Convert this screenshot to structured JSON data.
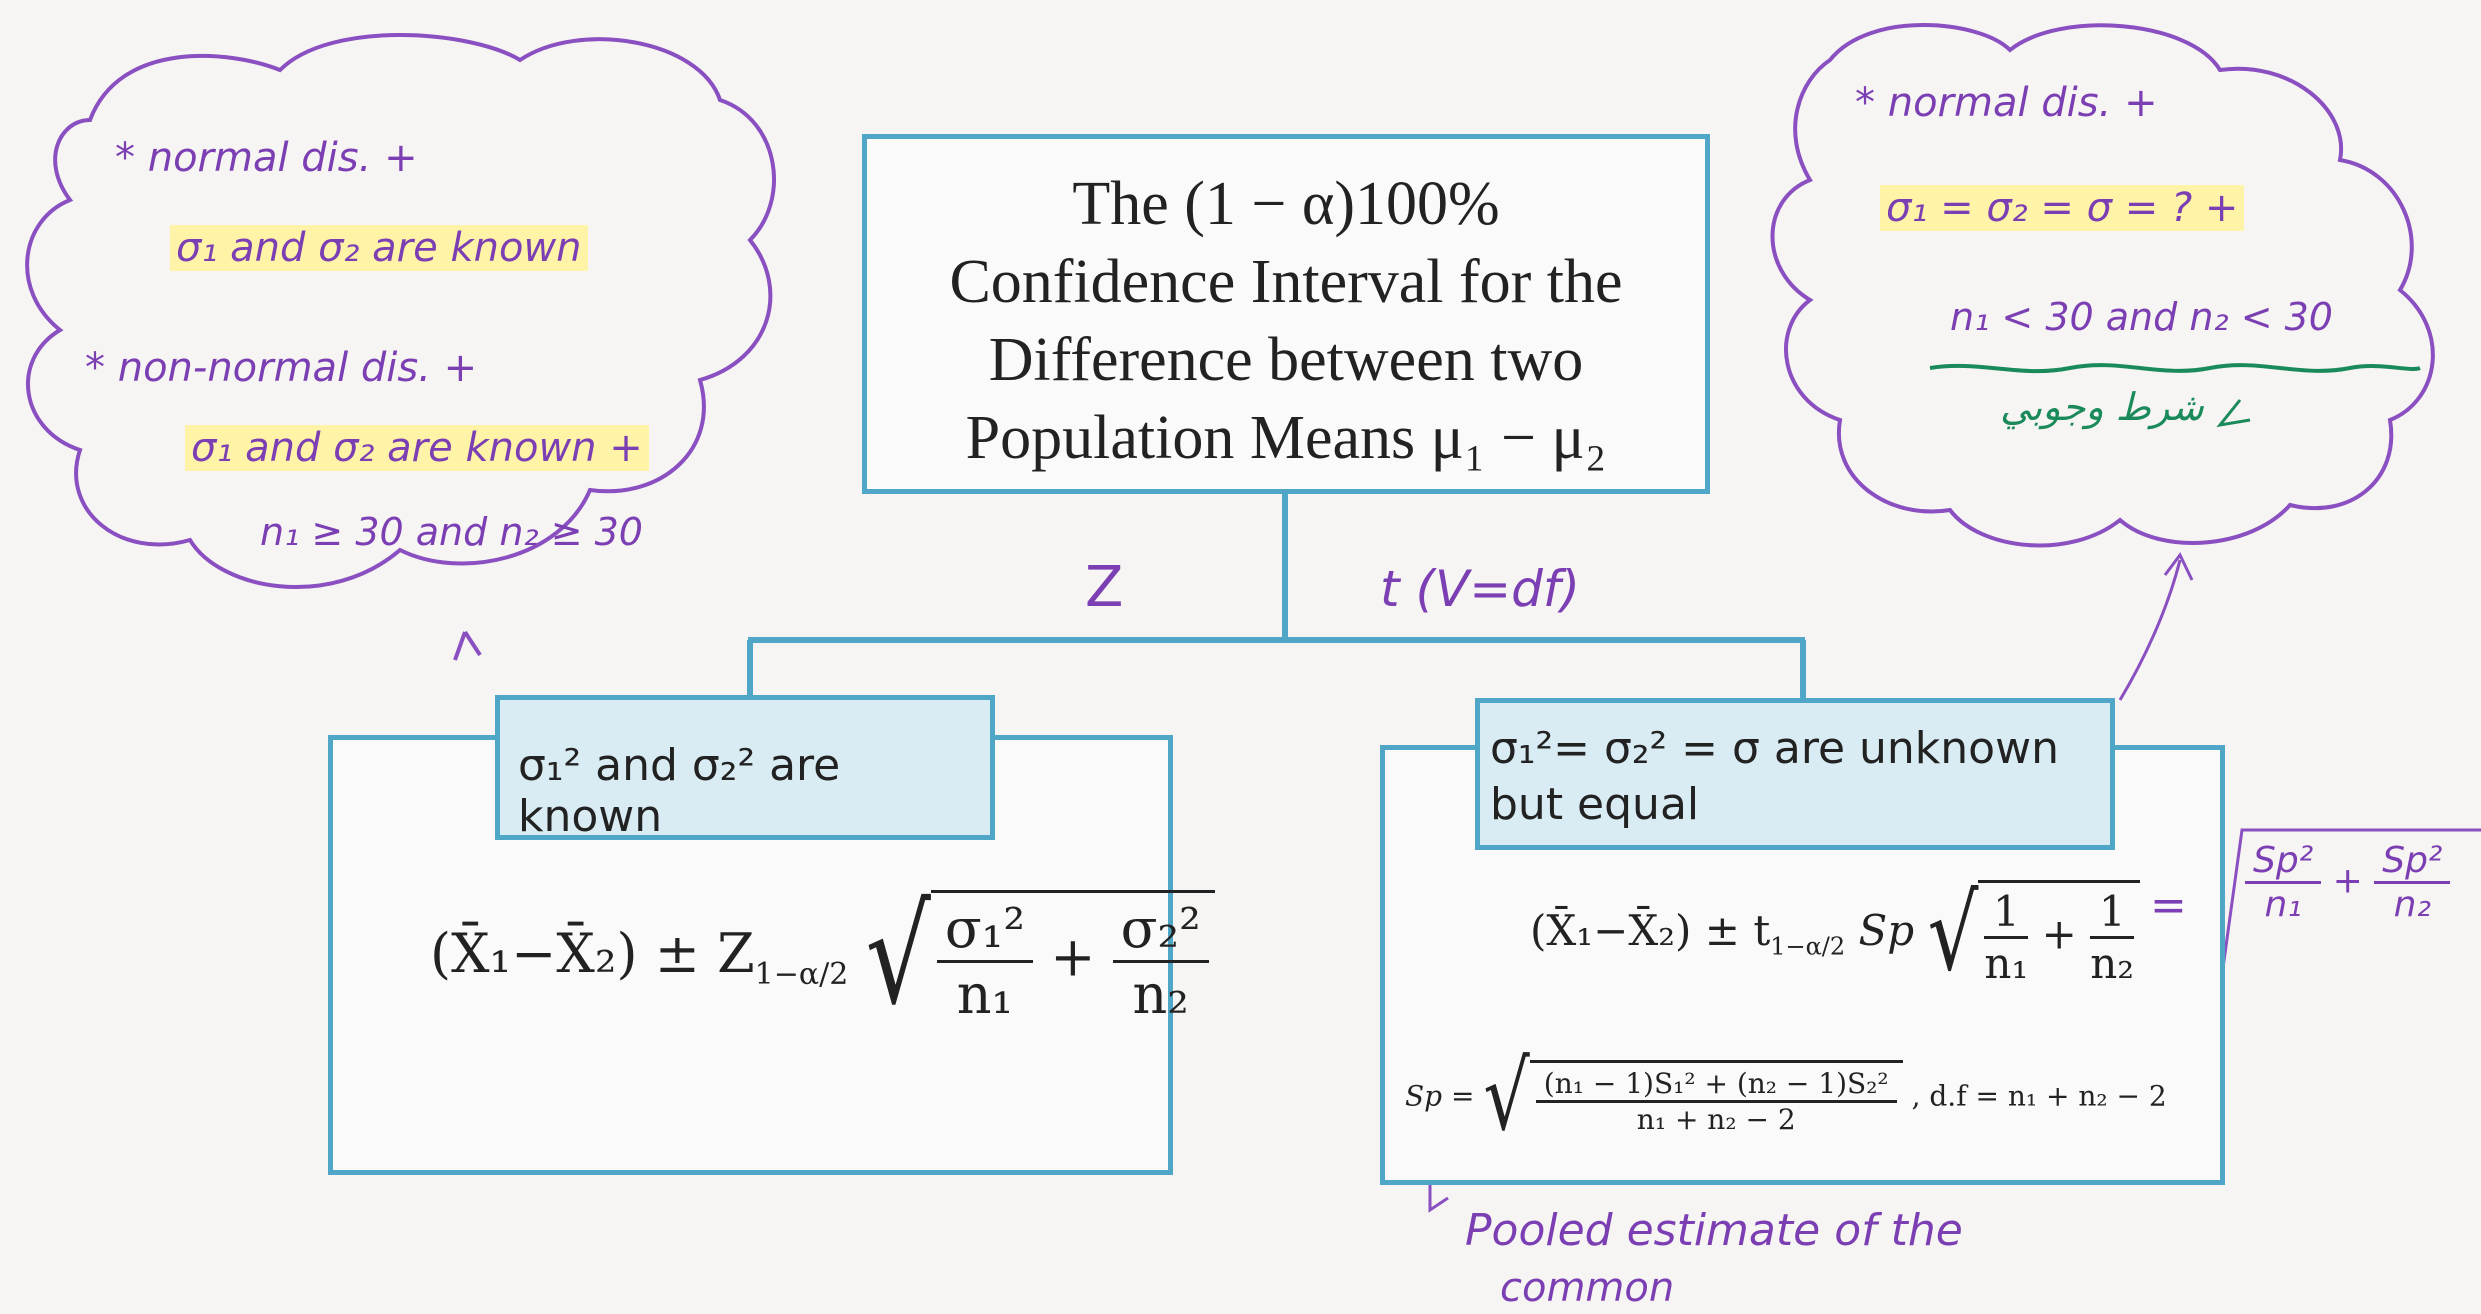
{
  "title": {
    "line1": "The (1 − α)100%",
    "line2": "Confidence Interval for the",
    "line3": "Difference between two",
    "line4": "Population Means μ₁ − μ₂"
  },
  "branch_labels": {
    "left": "Z",
    "right": "t (V=df)"
  },
  "left_case": {
    "label": "σ₁² and σ₂² are known",
    "formula": {
      "diff": "(X̄₁−X̄₂) ± Z",
      "sub": "1−α/2",
      "num1": "σ₁²",
      "den1": "n₁",
      "plus": "+",
      "num2": "σ₂²",
      "den2": "n₂"
    }
  },
  "right_case": {
    "label_line1": "σ₁²= σ₂² = σ are unknown",
    "label_line2": "but equal",
    "formula": {
      "diff": "(X̄₁−X̄₂) ± t",
      "sub": "1−α/2",
      "sp": "Sp",
      "num1": "1",
      "den1": "n₁",
      "plus": "+",
      "num2": "1",
      "den2": "n₂"
    },
    "pooled": {
      "lhs": "Sp =",
      "num": "(n₁ − 1)S₁² + (n₂ − 1)S₂²",
      "den": "n₁ + n₂ − 2",
      "df": ", d.f = n₁ + n₂ − 2"
    }
  },
  "notes_left": {
    "line1": "* normal dis. +",
    "line2": "σ₁ and σ₂ are known",
    "line3": "* non-normal dis. +",
    "line4": "σ₁ and σ₂ are known +",
    "line5": "n₁ ≥ 30 and n₂ ≥ 30"
  },
  "notes_right": {
    "line1": "* normal dis. +",
    "line2": "σ₁ = σ₂ = σ = ? +",
    "line3": "n₁ < 30 and n₂ < 30",
    "line4": "شرط وجوبي"
  },
  "side_note": {
    "eq": "=",
    "num1": "Sp²",
    "den1": "n₁",
    "plus": "+",
    "num2": "Sp²",
    "den2": "n₂"
  },
  "bottom_note": {
    "line1": "Pooled estimate of the",
    "line2": "common"
  },
  "colors": {
    "box_border": "#4fa6c7",
    "label_fill": "#d9ecf3",
    "ink_purple": "#7b3fb3",
    "ink_green": "#1a8a5a",
    "highlight": "#fff3a8"
  }
}
